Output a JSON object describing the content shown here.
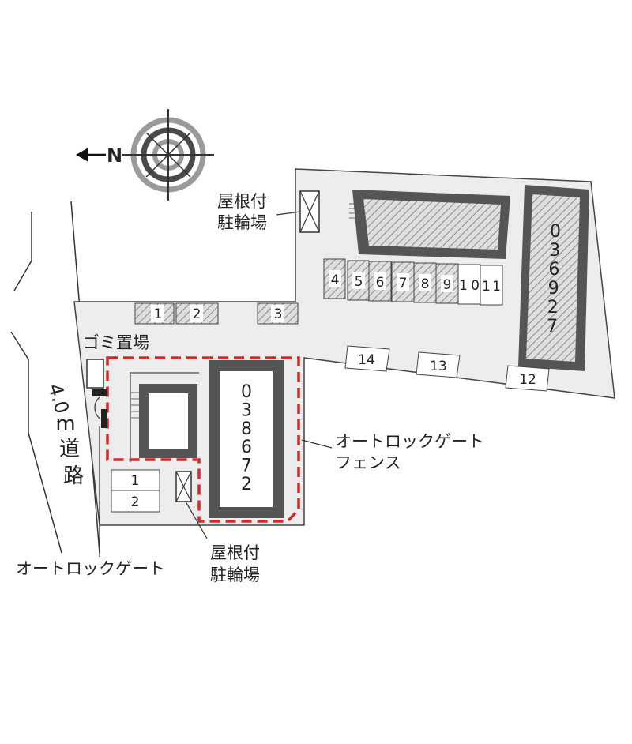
{
  "north_symbol": "N",
  "road": {
    "width": "4.0",
    "unit": "m",
    "name_1": "道",
    "name_2": "路"
  },
  "labels": {
    "bike_shed_top": [
      "屋根付",
      "駐輪場"
    ],
    "bike_shed_bottom": [
      "屋根付",
      "駐輪場"
    ],
    "garbage": "ゴミ置場",
    "autolock_fence": [
      "オートロックゲート",
      "フェンス"
    ],
    "autolock_gate": "オートロックゲート"
  },
  "buildings": {
    "north": [
      "0",
      "3",
      "6",
      "9",
      "2",
      "7"
    ],
    "south": [
      "0",
      "3",
      "8",
      "6",
      "7",
      "2"
    ]
  },
  "parking": {
    "roadside": [
      "1",
      "2",
      "3"
    ],
    "row": [
      "4",
      "5",
      "6",
      "7",
      "8",
      "9",
      "10",
      "11"
    ],
    "lower": [
      "14",
      "13",
      "12"
    ],
    "small": [
      "1",
      "2"
    ]
  },
  "colors": {
    "fence": "#d42828",
    "building": "#555555",
    "lot": "#ededed"
  }
}
